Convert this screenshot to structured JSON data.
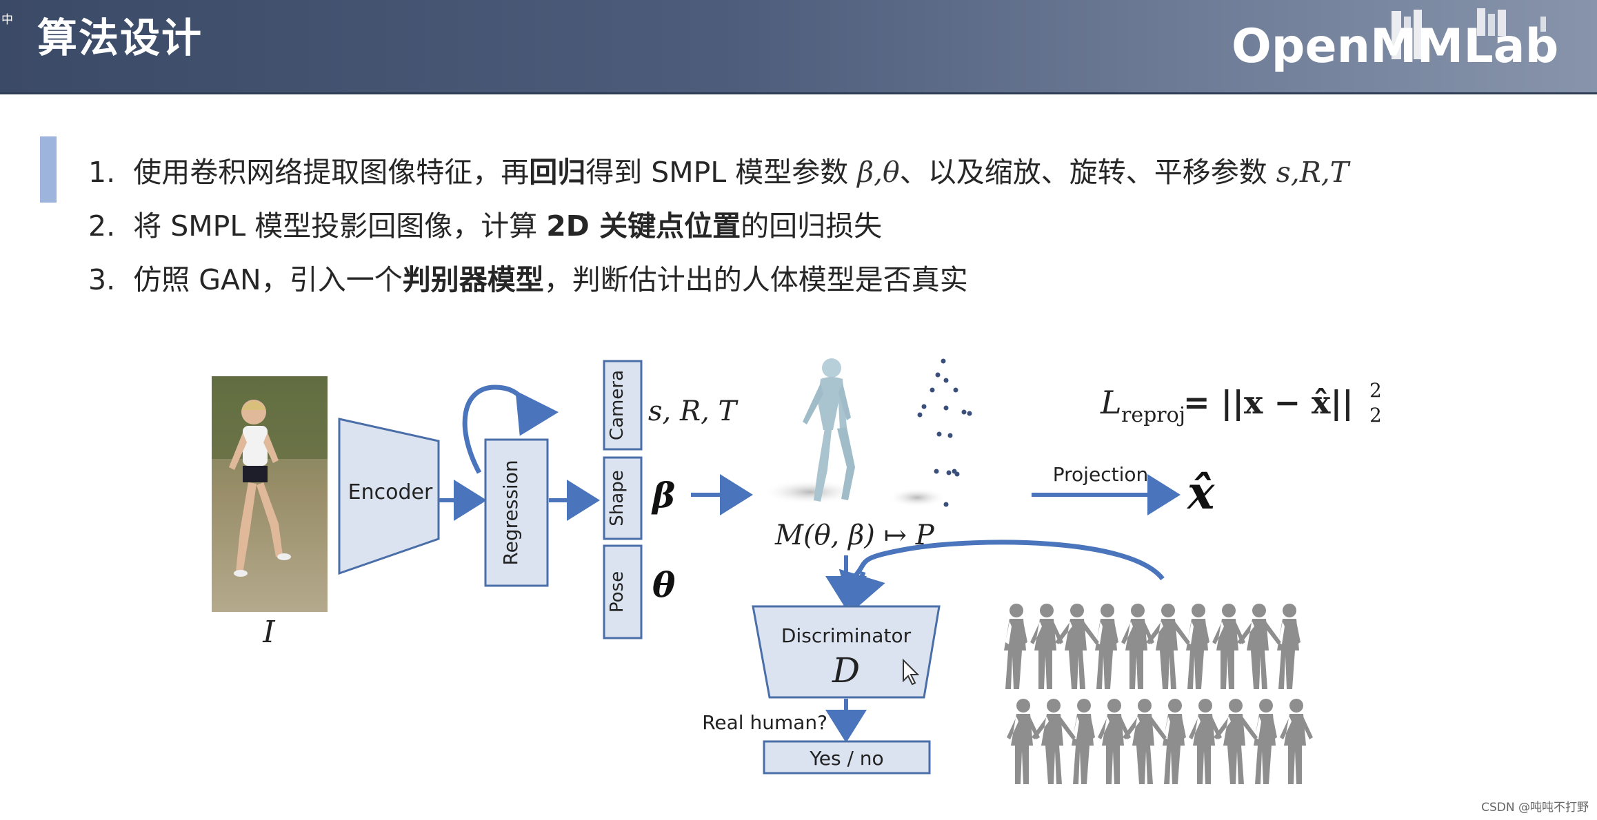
{
  "header": {
    "corner_glyph": "中",
    "title": "算法设计",
    "logo_text": "OpenMMLab"
  },
  "bullets": [
    {
      "num": "1.",
      "pre": "使用卷积网络提取图像特征，再",
      "bold": "回归",
      "mid": "得到 SMPL 模型参数 ",
      "math1": "β,θ",
      "mid2": "、以及缩放、旋转、平移参数 ",
      "math2": "s,R,T"
    },
    {
      "num": "2.",
      "pre": "将 SMPL 模型投影回图像，计算 ",
      "bold": "2D 关键点位置",
      "post": "的回归损失"
    },
    {
      "num": "3.",
      "pre": "仿照 GAN，引入一个",
      "bold": "判别器模型",
      "post": "，判断估计出的人体模型是否真实"
    }
  ],
  "figure": {
    "input_label": "I",
    "encoder": "Encoder",
    "regression": "Regression",
    "camera": "Camera",
    "shape": "Shape",
    "pose": "Pose",
    "camera_params": "s, R, T",
    "shape_param": "β",
    "pose_param": "θ",
    "smpl_formula": "M(θ, β) ↦ P",
    "reproj_loss_lhs": "L",
    "reproj_loss_sub": "reproj",
    "reproj_loss_rhs": " = ||x − x̂||",
    "reproj_loss_sup": "2",
    "reproj_loss_sub2": "2",
    "projection": "Projection",
    "projected": "x̂",
    "discriminator": "Discriminator",
    "disc_symbol": "D",
    "question": "Real human?",
    "answer": "Yes / no"
  },
  "colors": {
    "box_fill": "#dbe3f1",
    "box_stroke": "#4a6ea8",
    "arrow": "#4a74bb"
  },
  "watermark": "CSDN @吨吨不打野"
}
